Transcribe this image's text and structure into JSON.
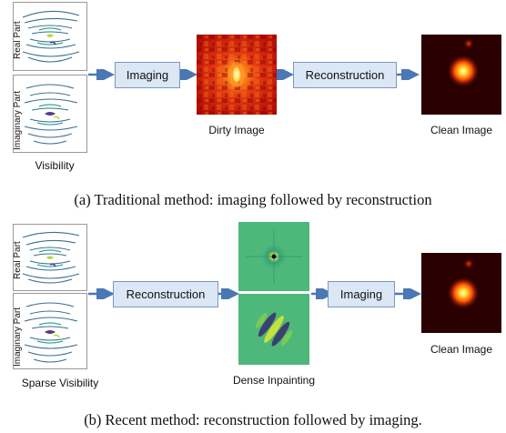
{
  "top": {
    "real_label": "Real Part",
    "imag_label": "Imaginary Part",
    "visibility_label": "Visibility",
    "imaging_box": "Imaging",
    "dirty_label": "Dirty Image",
    "reconstruction_box": "Reconstruction",
    "clean_label": "Clean Image",
    "caption": "(a) Traditional method: imaging followed by reconstruction"
  },
  "bottom": {
    "real_label": "Real Part",
    "imag_label": "Imaginary Part",
    "visibility_label": "Sparse Visibility",
    "reconstruction_box": "Reconstruction",
    "inpaint_label": "Dense Inpainting",
    "imaging_box": "Imaging",
    "clean_label": "Clean Image",
    "caption": "(b) Recent method: reconstruction followed by imaging."
  },
  "colors": {
    "box_fill": "#dbe7f5",
    "box_border": "#7a98c0",
    "arrow": "#4a78b5",
    "heat_dark": "#6b0000",
    "heat_bright": "#fff2a0",
    "viridis_bg": "#4db87a",
    "viridis_dark": "#3b2a6b",
    "viridis_light": "#c8e03c"
  }
}
